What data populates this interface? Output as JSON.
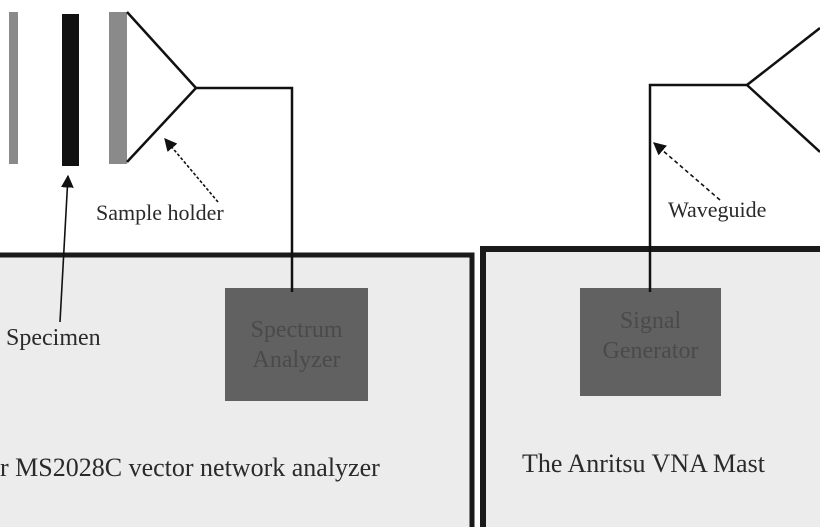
{
  "labels": {
    "sample_holder": "Sample holder",
    "waveguide": "Waveguide",
    "specimen": "Specimen",
    "left_caption": "r MS2028C vector network analyzer",
    "right_caption": "The Anritsu VNA Mast"
  },
  "boxes": {
    "spectrum_analyzer": [
      "Spectrum",
      "Analyzer"
    ],
    "signal_generator": [
      "Signal",
      "Generator"
    ]
  },
  "colors": {
    "panel_fill": "#ececec",
    "panel_border": "#1a1a1a",
    "instrument_fill": "#616161",
    "sample_plate": "#8a8a8a",
    "specimen": "#111111",
    "line": "#111111"
  }
}
